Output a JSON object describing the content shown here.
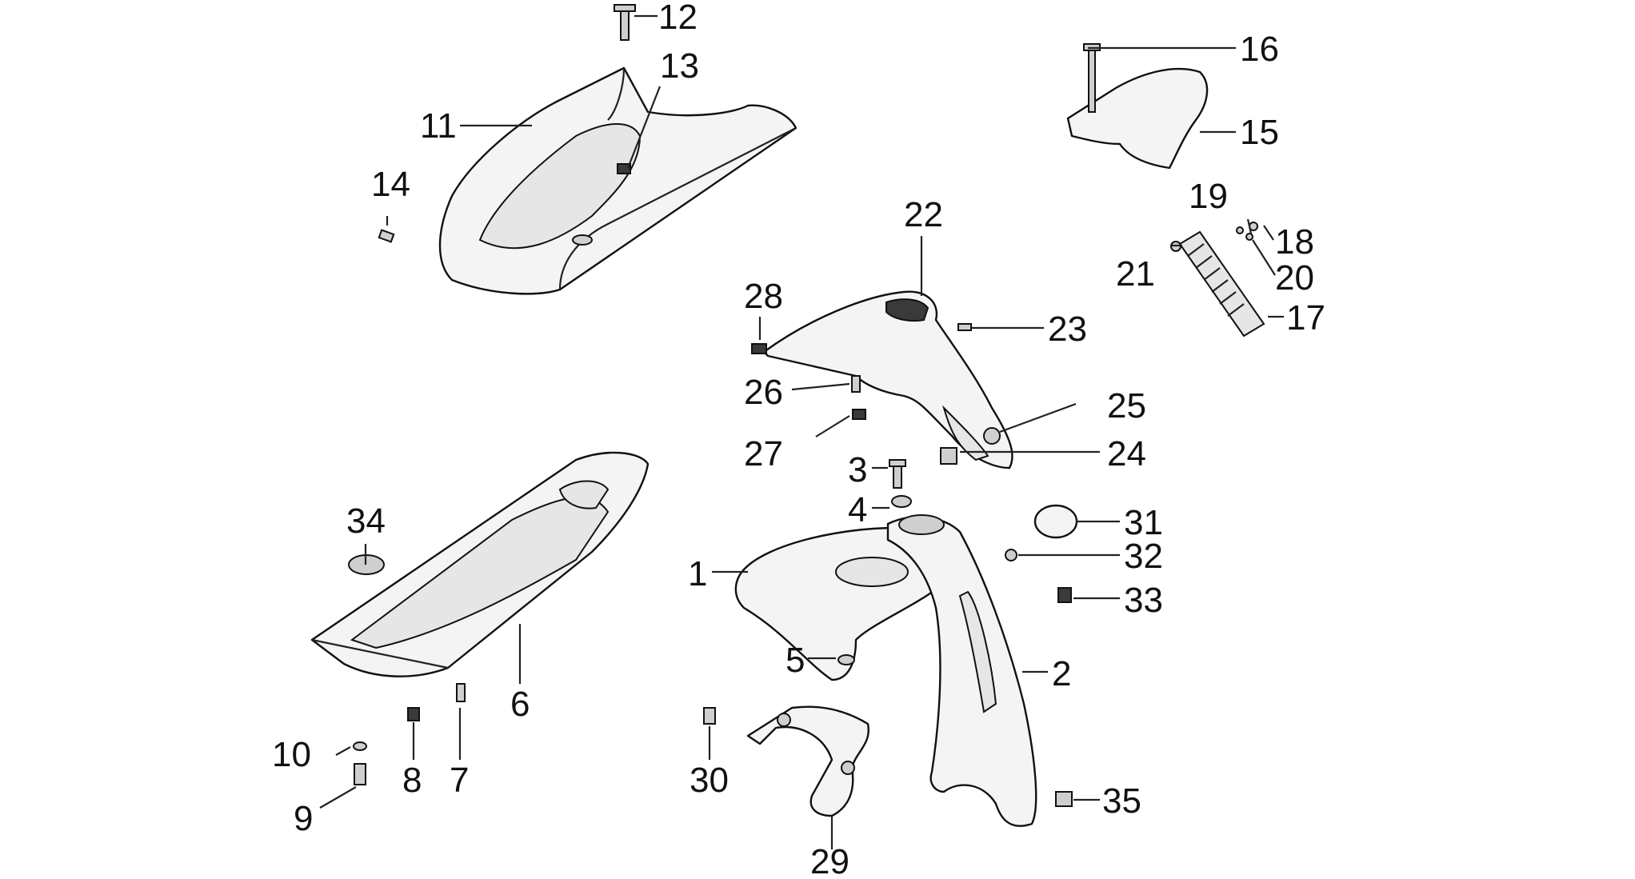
{
  "callouts": [
    "1",
    "2",
    "3",
    "4",
    "5",
    "6",
    "7",
    "8",
    "9",
    "10",
    "11",
    "12",
    "13",
    "14",
    "15",
    "16",
    "17",
    "18",
    "19",
    "20",
    "21",
    "22",
    "23",
    "24",
    "25",
    "26",
    "27",
    "28",
    "29",
    "30",
    "31",
    "32",
    "33",
    "34",
    "35"
  ],
  "colors": {
    "line": "#111111",
    "fill": "#f4f4f4",
    "background": "#ffffff"
  }
}
